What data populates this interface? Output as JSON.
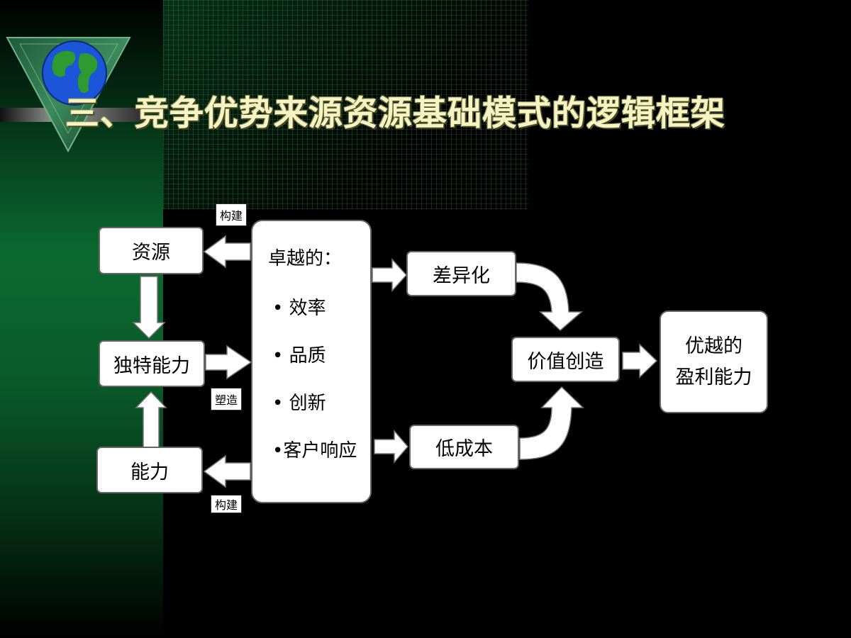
{
  "title": "三、竞争优势来源资源基础模式的逻辑框架",
  "colors": {
    "background": "#000000",
    "green": "#0b6a30",
    "title": "#f6f3c4"
  },
  "icons": {
    "logo": "globe-in-triangle-icon"
  },
  "diagram": {
    "resource": "资源",
    "unique_capability": "独特能力",
    "capability": "能力",
    "excellent": {
      "heading": "卓越的：",
      "items": [
        "• 效率",
        "• 品质",
        "• 创新",
        "•客户响应"
      ]
    },
    "differentiation": "差异化",
    "low_cost": "低成本",
    "value_creation": "价值创造",
    "profit_line1": "优越的",
    "profit_line2": "盈利能力",
    "tag_build_top": "构建",
    "tag_shape": "塑造",
    "tag_build_bottom": "构建"
  }
}
